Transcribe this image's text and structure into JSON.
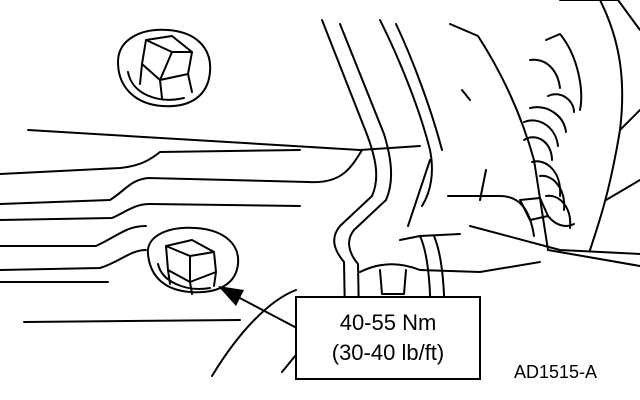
{
  "callout": {
    "torque_metric": "40-55 Nm",
    "torque_imperial": "(30-40 lb/ft)"
  },
  "reference_code": "AD1515-A",
  "colors": {
    "line": "#000000",
    "background": "#ffffff"
  }
}
